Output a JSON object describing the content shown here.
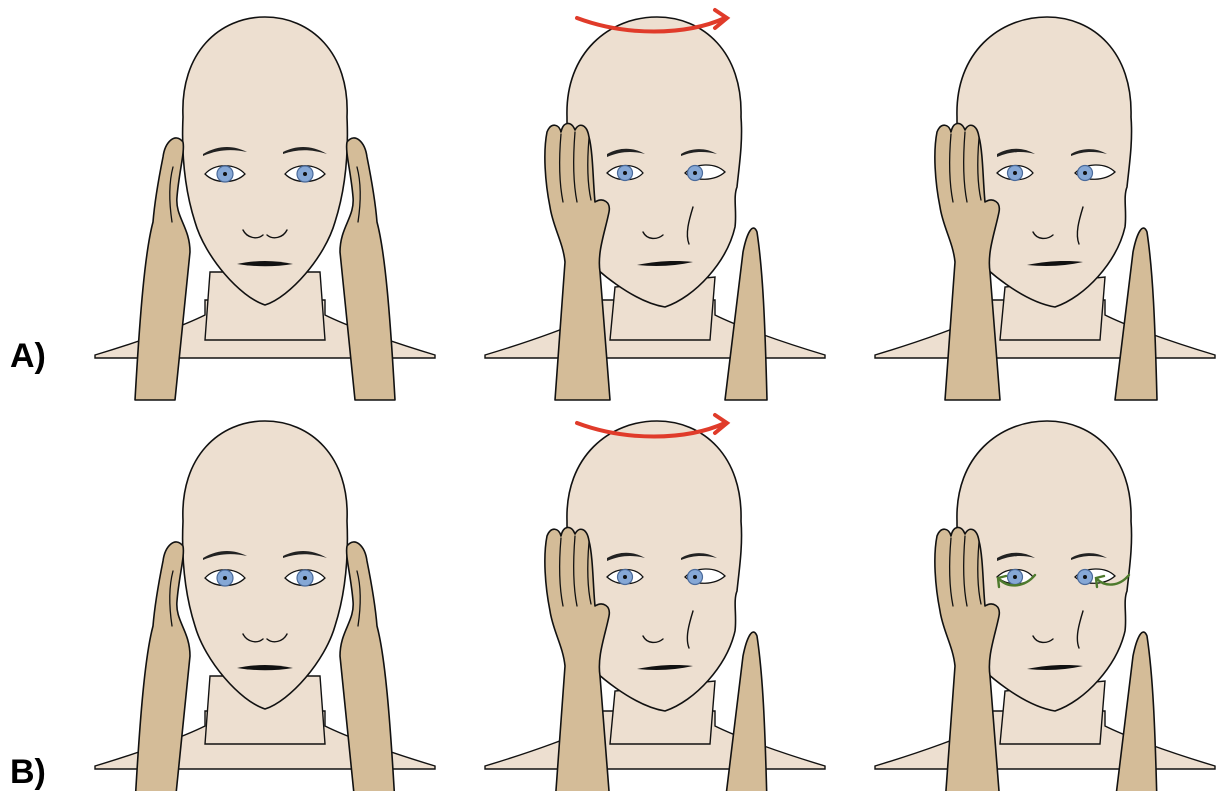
{
  "rows": [
    {
      "label": "A)"
    },
    {
      "label": "B)"
    }
  ],
  "colors": {
    "skin": "#eddfd0",
    "hand": "#d4bc98",
    "iris": "#86a8d6",
    "head_turn_arrow": "#e03b2a",
    "eye_movement_arrow": "#4d7a2c"
  },
  "icons": [
    "head-turn-arrow",
    "eye-movement-arrow"
  ]
}
